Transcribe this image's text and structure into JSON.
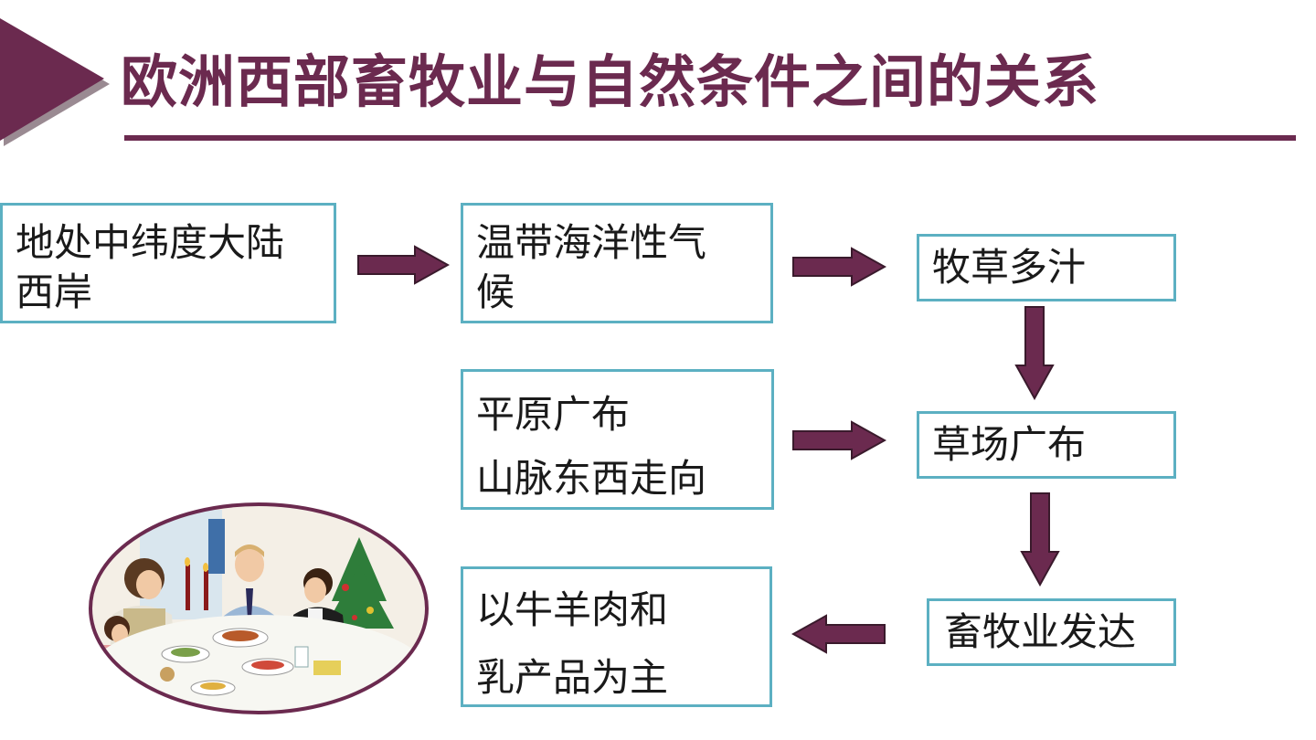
{
  "slide": {
    "title": "欧洲西部畜牧业与自然条件之间的关系",
    "accent_color": "#6b2a4f",
    "box_border_color": "#5cb0c2"
  },
  "diagram": {
    "location": {
      "line1": "地处中纬度大陆",
      "line2": "西岸"
    },
    "climate": {
      "line1": "温带海洋性气",
      "line2": "候"
    },
    "grass": {
      "text": "牧草多汁"
    },
    "terrain": {
      "line1": "平原广布",
      "line2": "山脉东西走向"
    },
    "pasture": {
      "text": "草场广布"
    },
    "husbandry": {
      "text": "畜牧业发达"
    },
    "diet": {
      "line1": "以牛羊肉和",
      "line2": "乳产品为主"
    }
  }
}
